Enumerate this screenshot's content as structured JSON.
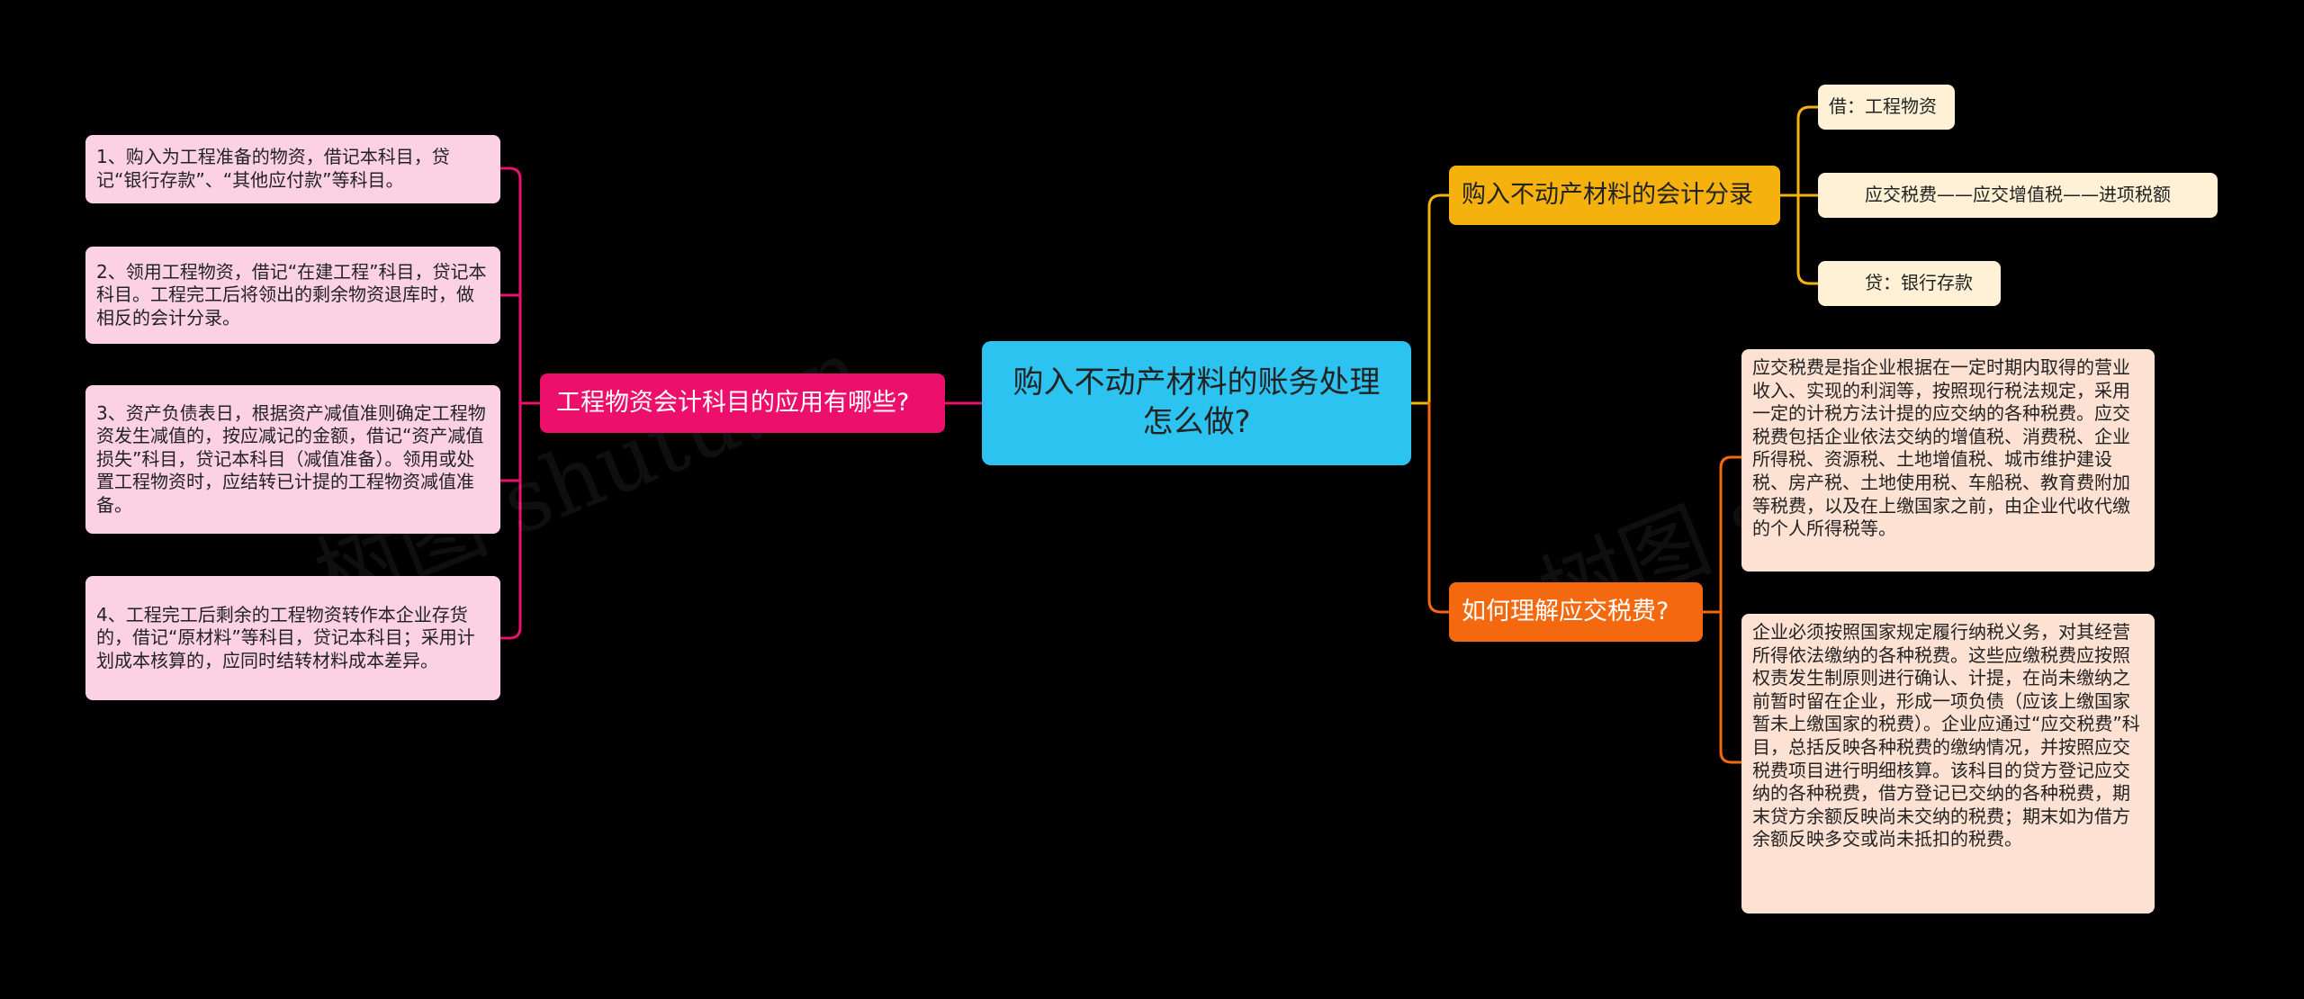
{
  "watermark": "树图 shutu.cn",
  "colors": {
    "background": "#000000",
    "root": "#2dc3f1",
    "left_branch": "#ec0f6b",
    "left_leaf": "#fdd1e4",
    "right_branch_1": "#f5b20f",
    "right_leaf_1": "#fff1d6",
    "right_branch_2": "#f4690f",
    "right_leaf_2": "#fde1d3"
  },
  "root": {
    "label": "购入不动产材料的账务处理怎么做?"
  },
  "left_branch": {
    "label": "工程物资会计科目的应用有哪些?",
    "items": [
      {
        "text": "1、购入为工程准备的物资，借记本科目，贷记“银行存款”、“其他应付款”等科目。"
      },
      {
        "text": "2、领用工程物资，借记“在建工程”科目，贷记本科目。工程完工后将领出的剩余物资退库时，做相反的会计分录。"
      },
      {
        "text": "3、资产负债表日，根据资产减值准则确定工程物资发生减值的，按应减记的金额，借记“资产减值损失”科目，贷记本科目（减值准备）。领用或处置工程物资时，应结转已计提的工程物资减值准备。"
      },
      {
        "text": "4、工程完工后剩余的工程物资转作本企业存货的，借记“原材料”等科目，贷记本科目；采用计划成本核算的，应同时结转材料成本差异。"
      }
    ]
  },
  "right_branch_1": {
    "label": "购入不动产材料的会计分录",
    "items": [
      {
        "text": "借：工程物资"
      },
      {
        "text": "　　应交税费——应交增值税——进项税额"
      },
      {
        "text": "　　贷：银行存款"
      }
    ]
  },
  "right_branch_2": {
    "label": "如何理解应交税费?",
    "items": [
      {
        "text": "应交税费是指企业根据在一定时期内取得的营业收入、实现的利润等，按照现行税法规定，采用一定的计税方法计提的应交纳的各种税费。应交税费包括企业依法交纳的增值税、消费税、企业所得税、资源税、土地增值税、城市维护建设税、房产税、土地使用税、车船税、教育费附加等税费，以及在上缴国家之前，由企业代收代缴的个人所得税等。"
      },
      {
        "text": "企业必须按照国家规定履行纳税义务，对其经营所得依法缴纳的各种税费。这些应缴税费应按照权责发生制原则进行确认、计提，在尚未缴纳之前暂时留在企业，形成一项负债（应该上缴国家暂未上缴国家的税费）。企业应通过“应交税费”科目，总括反映各种税费的缴纳情况，并按照应交税费项目进行明细核算。该科目的贷方登记应交纳的各种税费，借方登记已交纳的各种税费，期末贷方余额反映尚未交纳的税费；期末如为借方余额反映多交或尚未抵扣的税费。"
      }
    ]
  }
}
